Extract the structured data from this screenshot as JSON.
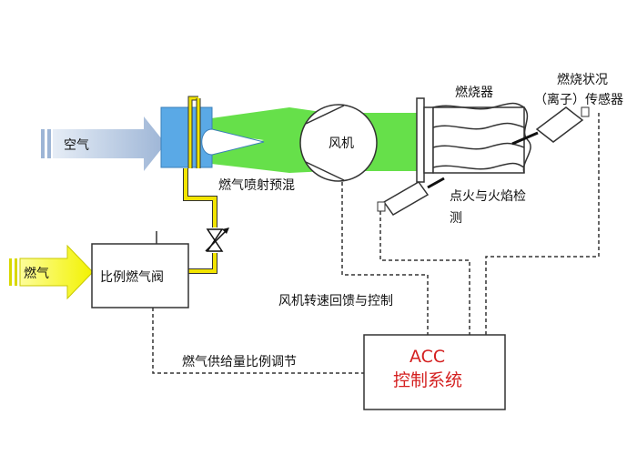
{
  "labels": {
    "air": "空气",
    "gas": "燃气",
    "proportional_valve": "比例燃气阀",
    "gas_injection_premix": "燃气喷射预混",
    "fan": "风机",
    "burner": "燃烧器",
    "burner_status_sensor_line1": "燃烧状况",
    "burner_status_sensor_line2": "（离子）传感器",
    "ignition_flame_detect_line1": "点火与火焰检",
    "ignition_flame_detect_line2": "测",
    "fan_speed_feedback": "风机转速回馈与控制",
    "gas_supply_proportional": "燃气供给量比例调节",
    "acc_line1": "ACC",
    "acc_line2": "控制系统"
  },
  "colors": {
    "air_arrow": "#a9bedb",
    "gas_arrow": "#f5f500",
    "mixer_blue": "#5aa9e6",
    "flow_green": "#66e04a",
    "gas_pipe": "#f2e400",
    "acc_text": "#d42020"
  }
}
